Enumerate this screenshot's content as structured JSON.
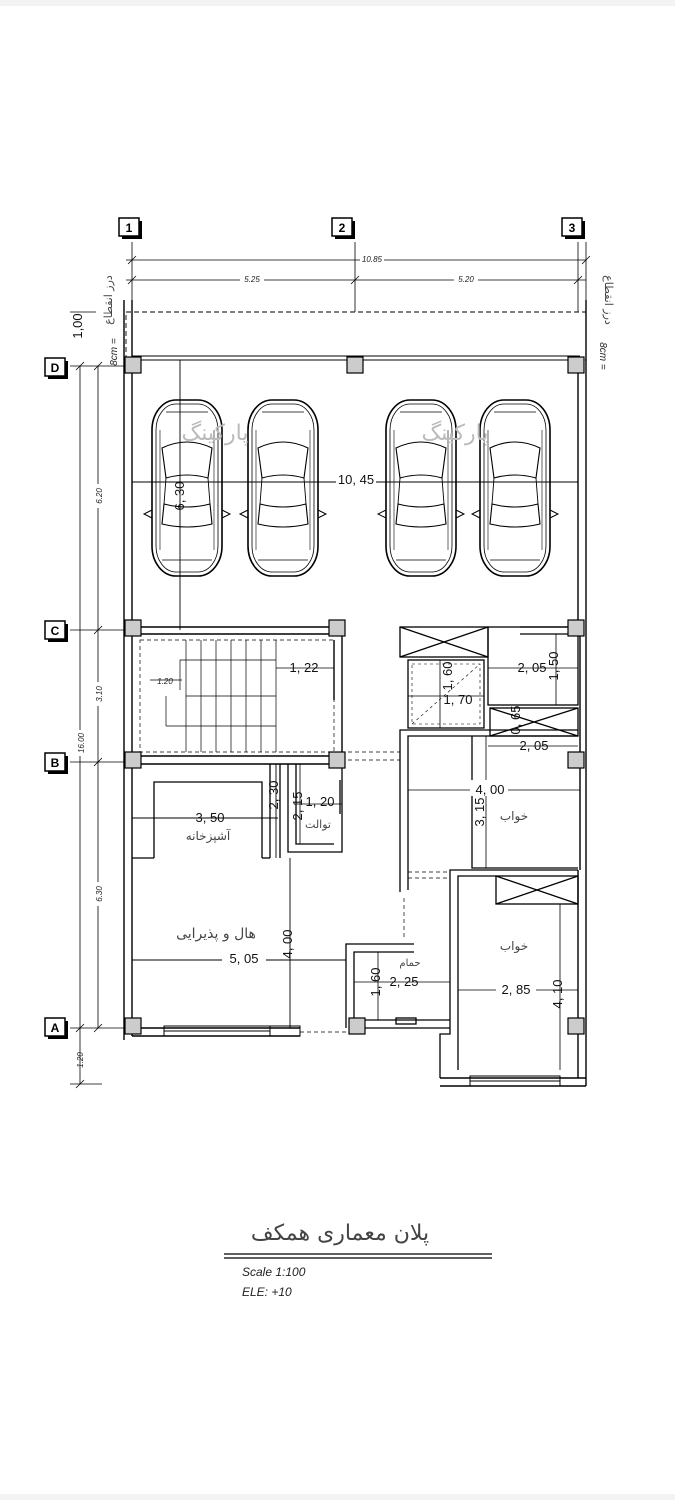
{
  "grid": {
    "columns": [
      "1",
      "2",
      "3"
    ],
    "rows": [
      "D",
      "C",
      "B",
      "A"
    ]
  },
  "dims": {
    "total_width": "10.85",
    "span_12": "5.25",
    "span_23": "5.20",
    "total_depth": "16.00",
    "row_dc": "6.20",
    "row_cb": "3.10",
    "row_ba": "6.30",
    "front_gap": "1,00",
    "bottom_ext": "1.20",
    "parking_width": "10, 45",
    "parking_depth": "6, 30",
    "stair_width": "1, 22",
    "stair_landing": "1.20",
    "kitchen_w": "3, 50",
    "kitchen_d": "2, 30",
    "wc_w": "1, 20",
    "wc_d": "2, 15",
    "hall_w": "5, 05",
    "hall_d": "4, 00",
    "bath_w": "2, 25",
    "bath_d": "1, 60",
    "shaft_1": "1, 60",
    "shaft_2": "1, 70",
    "closet_w": "2, 05",
    "closet_d": "1, 50",
    "closet2_w": "2, 05",
    "closet2_d": "0, 65",
    "bed1_w": "4, 00",
    "bed1_d": "3, 15",
    "bed2_w": "2, 85",
    "bed2_d": "4, 10"
  },
  "side_notes": {
    "left": "درز انقطاع",
    "left_val": "8cm =",
    "right": "درز انقطاع",
    "right_val": "8cm ="
  },
  "rooms": {
    "parking_left": "پارکینگ",
    "parking_right": "پارکینگ",
    "kitchen": "آشپزخانه",
    "wc": "توالت",
    "hall": "هال و پذیرایی",
    "bath": "حمام",
    "bedroom1": "خواب",
    "bedroom2": "خواب"
  },
  "title": {
    "name": "پلان معماری همکف",
    "scale": "Scale  1:100",
    "elevation": "ELE:   +10"
  },
  "colors": {
    "line": "#000000",
    "column_fill": "#cccccc",
    "watermark": "#bbbbbb"
  }
}
